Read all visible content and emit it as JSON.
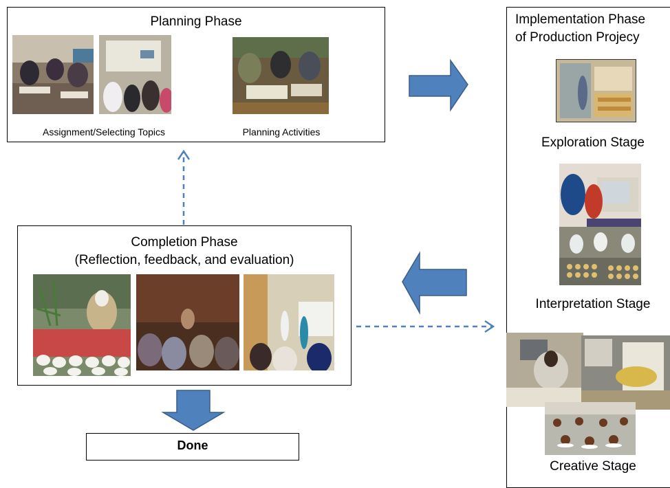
{
  "planning": {
    "title": "Planning Phase",
    "caption_left": "Assignment/Selecting  Topics",
    "caption_right": "Planning Activities"
  },
  "implementation": {
    "title_line1": "Implementation Phase",
    "title_line2": "of Production  Projecy",
    "stages": [
      "Exploration Stage",
      "Interpretation Stage",
      "Creative Stage"
    ]
  },
  "completion": {
    "title_line1": "Completion Phase",
    "title_line2": "(Reflection, feedback, and evaluation)"
  },
  "done": {
    "label": "Done"
  },
  "colors": {
    "arrow_fill": "#4f81bd",
    "arrow_stroke": "#385d8a",
    "dashed": "#4f81bd"
  }
}
